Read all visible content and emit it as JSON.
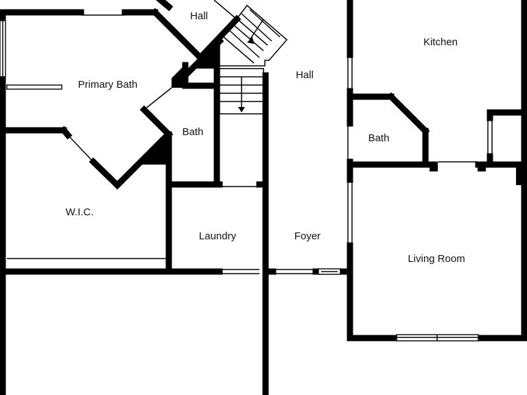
{
  "colors": {
    "background": "#ffffff",
    "walls": "#000000",
    "text": "#111111"
  },
  "rooms": {
    "hall_top": "Hall",
    "primary_bath": "Primary Bath",
    "bath_center": "Bath",
    "wic": "W.I.C.",
    "laundry": "Laundry",
    "hall_main": "Hall",
    "foyer": "Foyer",
    "kitchen": "Kitchen",
    "bath_right": "Bath",
    "living_room": "Living Room"
  }
}
